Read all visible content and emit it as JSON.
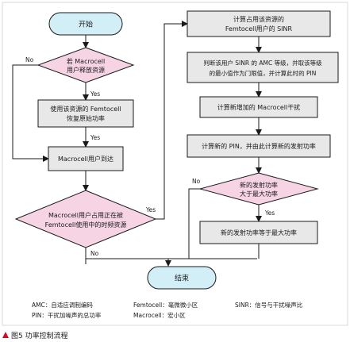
{
  "nodes": {
    "start": "开始",
    "d1": [
      "若 Macrocell",
      "用户释放资源"
    ],
    "p1": [
      "使用该资源的 Femtocell",
      "恢复原始功率"
    ],
    "p2": "Macrocell用户到达",
    "d2": [
      "Macrocell用户占用正在被",
      "Femtocell使用中的时频资源"
    ],
    "end": "结束",
    "r1": [
      "计算占用该资源的",
      "Femtocell用户的 SINR"
    ],
    "r2": [
      "判断该用户 SINR 的 AMC 等级，并取该等级",
      "的最小值作为门限值，并计算此时的 PIN"
    ],
    "r3": "计算新增加的 Macrocell干扰",
    "r4": "计算新的 PIN，并由此计算新的发射功率",
    "d3": [
      "新的发射功率",
      "大于最大功率"
    ],
    "r5": "新的发射功率等于最大功率"
  },
  "edge_labels": {
    "d1_yes": "Yes",
    "d1_no": "No",
    "p1_yes": "Yes",
    "d2_yes": "Yes",
    "d2_no": "No",
    "d3_yes": "Yes",
    "d3_no": "No"
  },
  "legend": {
    "amc": "AMC：自适应调制编码",
    "pin": "PIN：干扰加噪声的总功率",
    "femto": "Femtocell：毫微微小区",
    "macro": "Macrocell：宏小区",
    "sinr": "SINR：信号与干扰噪声比"
  },
  "caption": "图5  功率控制流程",
  "colors": {
    "terminator_fill": "#d2eef7",
    "decision_fill": "#f6d4e4",
    "process_fill": "#e8e8e8",
    "frame": "#d8d8d8",
    "caption_marker": "#c8102e"
  }
}
